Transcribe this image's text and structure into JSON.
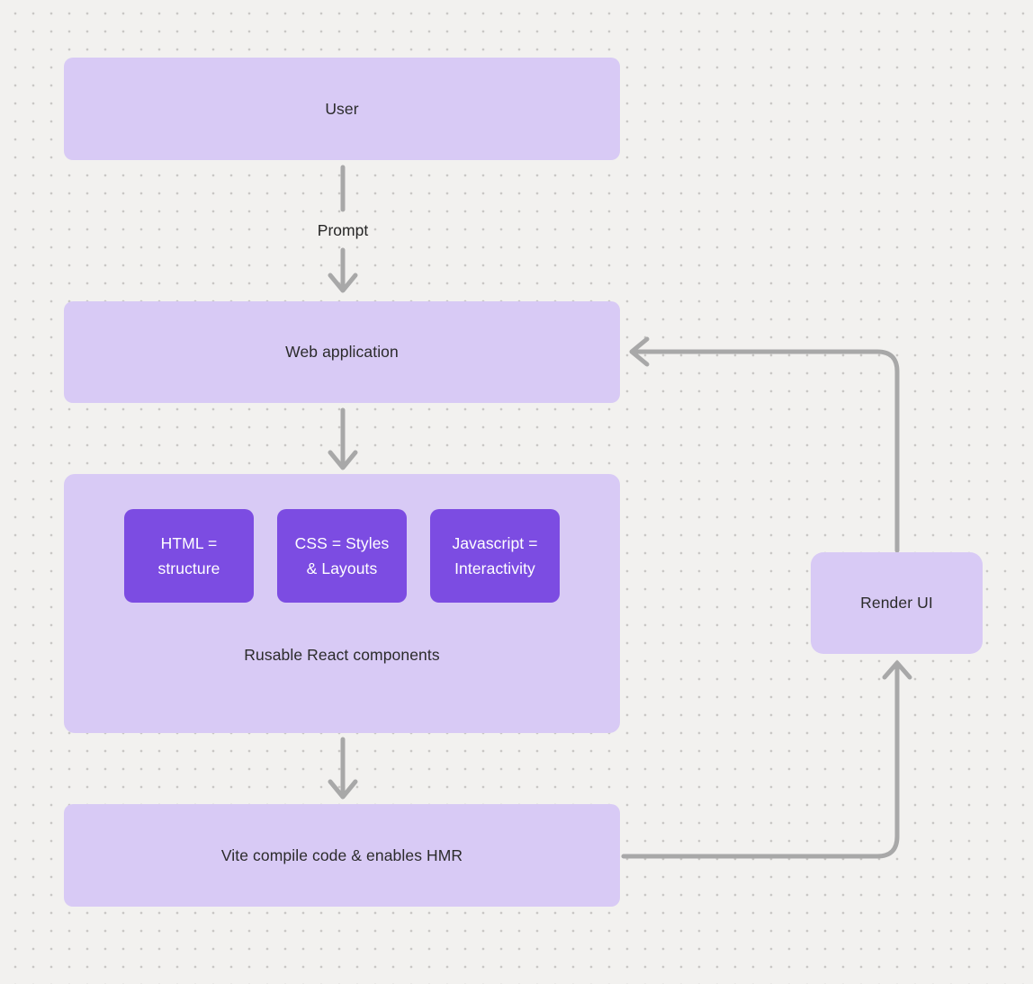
{
  "colors": {
    "background": "#f2f1ef",
    "dot-grid": "#c9c7c5",
    "node-fill": "#d8caf5",
    "accent-fill": "#7c4ce2",
    "accent-text": "#ffffff",
    "text-dark": "#2b2b2b",
    "arrow-gray": "#a8a8a8"
  },
  "nodes": {
    "user": {
      "label": "User"
    },
    "web_application": {
      "label": "Web application"
    },
    "components_group": {
      "caption": "Rusable React components"
    },
    "html_block": {
      "line1": "HTML =",
      "line2": "structure"
    },
    "css_block": {
      "line1": "CSS = Styles",
      "line2": "& Layouts"
    },
    "js_block": {
      "line1": "Javascript =",
      "line2": "Interactivity"
    },
    "vite": {
      "label": "Vite compile code & enables HMR"
    },
    "render_ui": {
      "label": "Render UI"
    }
  },
  "edges": {
    "user_to_webapp": {
      "from": "User",
      "to": "Web application",
      "label": "Prompt"
    },
    "webapp_to_components": {
      "from": "Web application",
      "to": "Rusable React components"
    },
    "components_to_vite": {
      "from": "Rusable React components",
      "to": "Vite compile code & enables HMR"
    },
    "vite_to_renderui": {
      "from": "Vite compile code & enables HMR",
      "to": "Render UI"
    },
    "renderui_to_webapp": {
      "from": "Render UI",
      "to": "Web application"
    }
  }
}
